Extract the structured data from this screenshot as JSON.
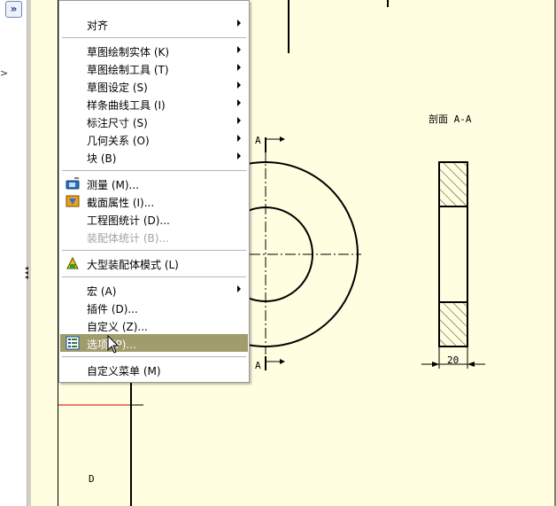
{
  "panel": {
    "expand_glyph": "»",
    "chevron_glyph": ">",
    "grip_glyph": "◂"
  },
  "menu": {
    "items": [
      {
        "label": "对齐",
        "submenu": true
      },
      {
        "label": "草图绘制实体 (K)",
        "submenu": true
      },
      {
        "label": "草图绘制工具 (T)",
        "submenu": true
      },
      {
        "label": "草图设定 (S)",
        "submenu": true
      },
      {
        "label": "样条曲线工具 (I)",
        "submenu": true
      },
      {
        "label": "标注尺寸 (S)",
        "submenu": true
      },
      {
        "label": "几何关系 (O)",
        "submenu": true
      },
      {
        "label": "块 (B)",
        "submenu": true
      },
      {
        "label": "测量 (M)...",
        "icon": "measure-icon"
      },
      {
        "label": "截面属性 (I)...",
        "icon": "section-properties-icon"
      },
      {
        "label": "工程图统计 (D)..."
      },
      {
        "label": "装配体统计 (B)...",
        "disabled": true
      },
      {
        "label": "大型装配体模式 (L)",
        "icon": "large-assembly-icon"
      },
      {
        "label": "宏 (A)",
        "submenu": true
      },
      {
        "label": "插件 (D)..."
      },
      {
        "label": "自定义 (Z)..."
      },
      {
        "label": "选项 (P)...",
        "icon": "options-icon",
        "highlighted": true
      },
      {
        "label": "自定义菜单 (M)"
      }
    ]
  },
  "drawing": {
    "section_title": "剖面 A-A",
    "section_label_top": "A",
    "section_label_bottom": "A",
    "dimension_value": "20",
    "zone_letter": "D"
  },
  "colors": {
    "sheet": "#fffee0",
    "highlight": "#a09c6c",
    "border_red": "#cc0000"
  }
}
